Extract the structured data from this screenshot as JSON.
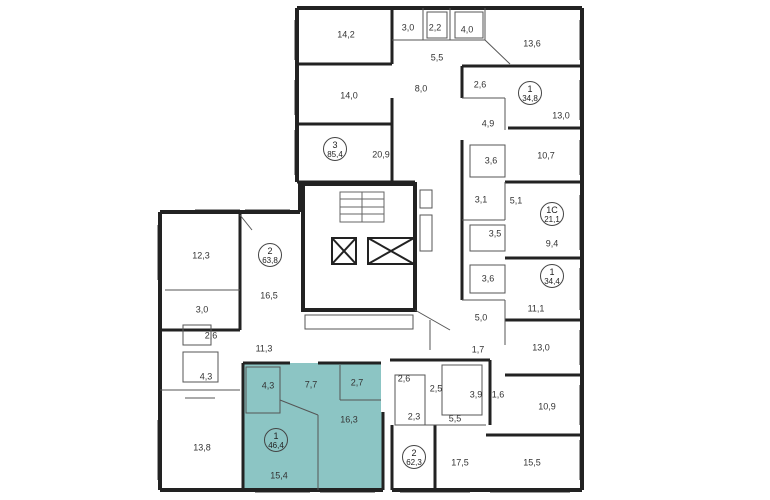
{
  "colors": {
    "highlight": "#8cc5c4",
    "wall": "#222222",
    "thin": "#555555",
    "window": "#9a9a9a"
  },
  "rooms": [
    {
      "id": "r-14-2",
      "text": "14,2"
    },
    {
      "id": "r-3-0-top",
      "text": "3,0"
    },
    {
      "id": "r-2-2",
      "text": "2,2"
    },
    {
      "id": "r-4-0",
      "text": "4,0"
    },
    {
      "id": "r-13-6",
      "text": "13,6"
    },
    {
      "id": "r-5-5-top",
      "text": "5,5"
    },
    {
      "id": "r-14-0",
      "text": "14,0"
    },
    {
      "id": "r-8-0",
      "text": "8,0"
    },
    {
      "id": "r-2-6-top",
      "text": "2,6"
    },
    {
      "id": "r-13-0-a",
      "text": "13,0"
    },
    {
      "id": "r-4-9",
      "text": "4,9"
    },
    {
      "id": "r-20-9",
      "text": "20,9"
    },
    {
      "id": "r-3-6-a",
      "text": "3,6"
    },
    {
      "id": "r-10-7",
      "text": "10,7"
    },
    {
      "id": "r-3-1",
      "text": "3,1"
    },
    {
      "id": "r-5-1",
      "text": "5,1"
    },
    {
      "id": "r-3-5",
      "text": "3,5"
    },
    {
      "id": "r-9-4",
      "text": "9,4"
    },
    {
      "id": "r-12-3",
      "text": "12,3"
    },
    {
      "id": "r-16-5",
      "text": "16,5"
    },
    {
      "id": "r-3-6-b",
      "text": "3,6"
    },
    {
      "id": "r-11-1",
      "text": "11,1"
    },
    {
      "id": "r-3-0-left",
      "text": "3,0"
    },
    {
      "id": "r-5-0",
      "text": "5,0"
    },
    {
      "id": "r-2-6-left",
      "text": "2,6"
    },
    {
      "id": "r-11-3",
      "text": "11,3"
    },
    {
      "id": "r-13-0-b",
      "text": "13,0"
    },
    {
      "id": "r-1-7",
      "text": "1,7"
    },
    {
      "id": "r-4-3-left",
      "text": "4,3"
    },
    {
      "id": "r-4-3-sel",
      "text": "4,3"
    },
    {
      "id": "r-7-7",
      "text": "7,7"
    },
    {
      "id": "r-2-7",
      "text": "2,7"
    },
    {
      "id": "r-2-6-mid",
      "text": "2,6"
    },
    {
      "id": "r-2-5",
      "text": "2,5"
    },
    {
      "id": "r-3-9",
      "text": "3,9"
    },
    {
      "id": "r-1-6",
      "text": "1,6"
    },
    {
      "id": "r-10-9",
      "text": "10,9"
    },
    {
      "id": "r-2-3",
      "text": "2,3"
    },
    {
      "id": "r-5-5-bot",
      "text": "5,5"
    },
    {
      "id": "r-16-3",
      "text": "16,3"
    },
    {
      "id": "r-13-8",
      "text": "13,8"
    },
    {
      "id": "r-15-4",
      "text": "15,4"
    },
    {
      "id": "r-17-5",
      "text": "17,5"
    },
    {
      "id": "r-15-5",
      "text": "15,5"
    }
  ],
  "apartments": [
    {
      "id": "apt-3-85-4",
      "rooms": "3",
      "area": "85,4"
    },
    {
      "id": "apt-1-34-8",
      "rooms": "1",
      "area": "34,8"
    },
    {
      "id": "apt-1c-21-1",
      "rooms": "1С",
      "area": "21,1"
    },
    {
      "id": "apt-2-63-8",
      "rooms": "2",
      "area": "63,8"
    },
    {
      "id": "apt-1-34-4",
      "rooms": "1",
      "area": "34,4"
    },
    {
      "id": "apt-1-46-4",
      "rooms": "1",
      "area": "46,4"
    },
    {
      "id": "apt-2-62-3",
      "rooms": "2",
      "area": "62,3"
    }
  ]
}
